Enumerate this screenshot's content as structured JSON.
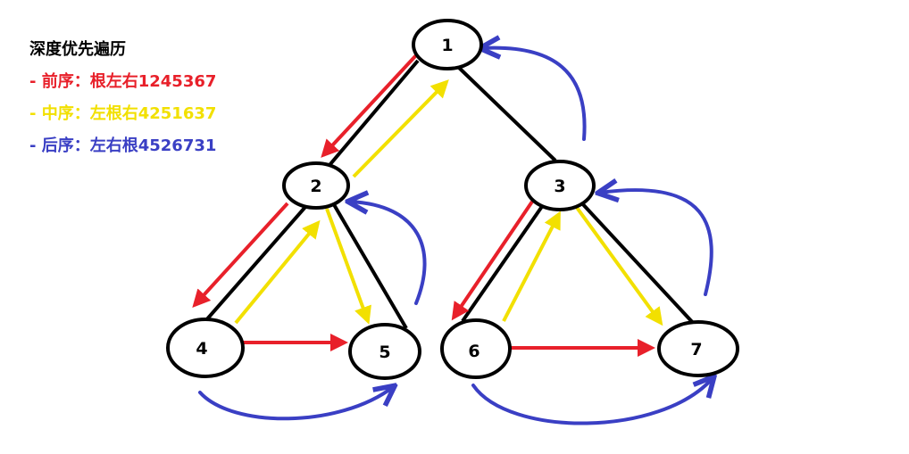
{
  "legend": {
    "title": "深度优先遍历",
    "items": [
      {
        "text": "- 前序：根左右1245367",
        "color": "#e8202a"
      },
      {
        "text": "- 中序：左根右4251637",
        "color": "#f2e000"
      },
      {
        "text": "- 后序：左右根4526731",
        "color": "#3a3fc4"
      }
    ]
  },
  "tree": {
    "nodes": [
      {
        "id": "1",
        "label": "1"
      },
      {
        "id": "2",
        "label": "2"
      },
      {
        "id": "3",
        "label": "3"
      },
      {
        "id": "4",
        "label": "4"
      },
      {
        "id": "5",
        "label": "5"
      },
      {
        "id": "6",
        "label": "6"
      },
      {
        "id": "7",
        "label": "7"
      }
    ],
    "edges": [
      [
        "1",
        "2"
      ],
      [
        "1",
        "3"
      ],
      [
        "2",
        "4"
      ],
      [
        "2",
        "5"
      ],
      [
        "3",
        "6"
      ],
      [
        "3",
        "7"
      ]
    ]
  },
  "colors": {
    "edge": "#000000",
    "preorder": "#e8202a",
    "inorder": "#f2e000",
    "postorder": "#3a3fc4"
  }
}
